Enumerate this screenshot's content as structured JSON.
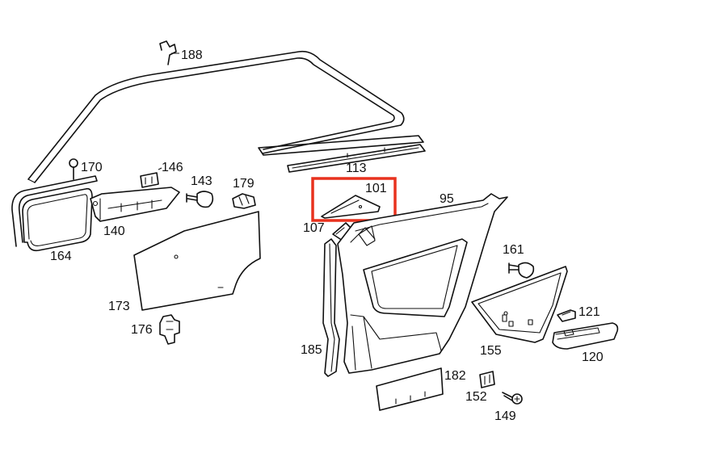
{
  "callouts": [
    {
      "id": "188",
      "label": "188"
    },
    {
      "id": "170",
      "label": "170"
    },
    {
      "id": "146",
      "label": "146"
    },
    {
      "id": "143",
      "label": "143"
    },
    {
      "id": "179",
      "label": "179"
    },
    {
      "id": "113",
      "label": "113"
    },
    {
      "id": "101",
      "label": "101"
    },
    {
      "id": "95",
      "label": "95"
    },
    {
      "id": "107",
      "label": "107"
    },
    {
      "id": "140",
      "label": "140"
    },
    {
      "id": "164",
      "label": "164"
    },
    {
      "id": "161",
      "label": "161"
    },
    {
      "id": "173",
      "label": "173"
    },
    {
      "id": "121",
      "label": "121"
    },
    {
      "id": "176",
      "label": "176"
    },
    {
      "id": "185",
      "label": "185"
    },
    {
      "id": "155",
      "label": "155"
    },
    {
      "id": "120",
      "label": "120"
    },
    {
      "id": "182",
      "label": "182"
    },
    {
      "id": "152",
      "label": "152"
    },
    {
      "id": "149",
      "label": "149"
    }
  ],
  "highlighted_part": "101",
  "colors": {
    "highlight": "#e8321e",
    "line": "#111111",
    "background": "#ffffff"
  }
}
